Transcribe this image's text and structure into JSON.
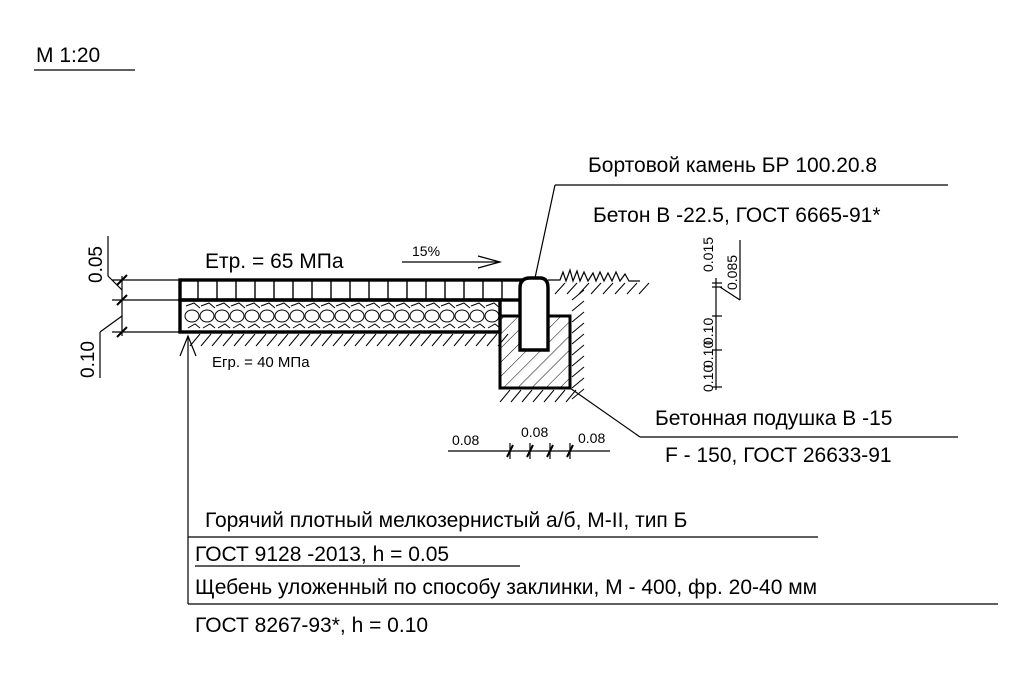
{
  "scale": "М 1:20",
  "modulus_top": "Етр. = 65 МПа",
  "modulus_bottom": "Егр. = 40 МПа",
  "slope": "15%",
  "curb": {
    "line1": "Бортовой камень БР 100.20.8",
    "line2": "Бетон В -22.5, ГОСТ 6665-91*"
  },
  "cushion": {
    "line1": "Бетонная подушка В -15",
    "line2": "F - 150, ГОСТ 26633-91"
  },
  "left_dims": [
    "0.05",
    "0.10"
  ],
  "right_dims": {
    "top": "0.015",
    "top2": "0.085",
    "mid": "0.10",
    "low": "0.10",
    "bottom": "0.10"
  },
  "width_dims": [
    "0.08",
    "0.08",
    "0.08"
  ],
  "layers": {
    "l1": "Горячий плотный мелкозернистый а/б, М-II, тип Б",
    "l1_gost": "ГОСТ 9128 -2013,   h = 0.05",
    "l2": "Щебень уложенный по способу заклинки, М - 400, фр. 20-40 мм",
    "l2_gost": "ГОСТ 8267-93*,  h = 0.10"
  }
}
